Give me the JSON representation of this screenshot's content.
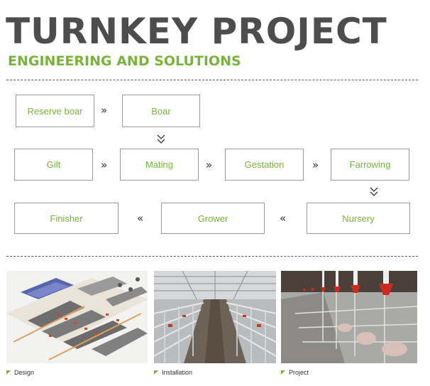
{
  "header": {
    "title": "TURNKEY PROJECT",
    "subtitle": "ENGINEERING AND SOLUTIONS"
  },
  "flow": {
    "reserve_boar": "Reserve boar",
    "boar": "Boar",
    "gilt": "Gilt",
    "mating": "Mating",
    "gestation": "Gestation",
    "farrowing": "Farrowing",
    "nursery": "Nursery",
    "grower": "Grower",
    "finisher": "Finisher",
    "arrow_right": "»",
    "arrow_left": "«"
  },
  "photos": {
    "design": "Design",
    "installation": "Installation",
    "project": "Project"
  },
  "colors": {
    "accent": "#7ab33c",
    "title": "#4d4d4d",
    "box_border": "#9a9a9a"
  }
}
